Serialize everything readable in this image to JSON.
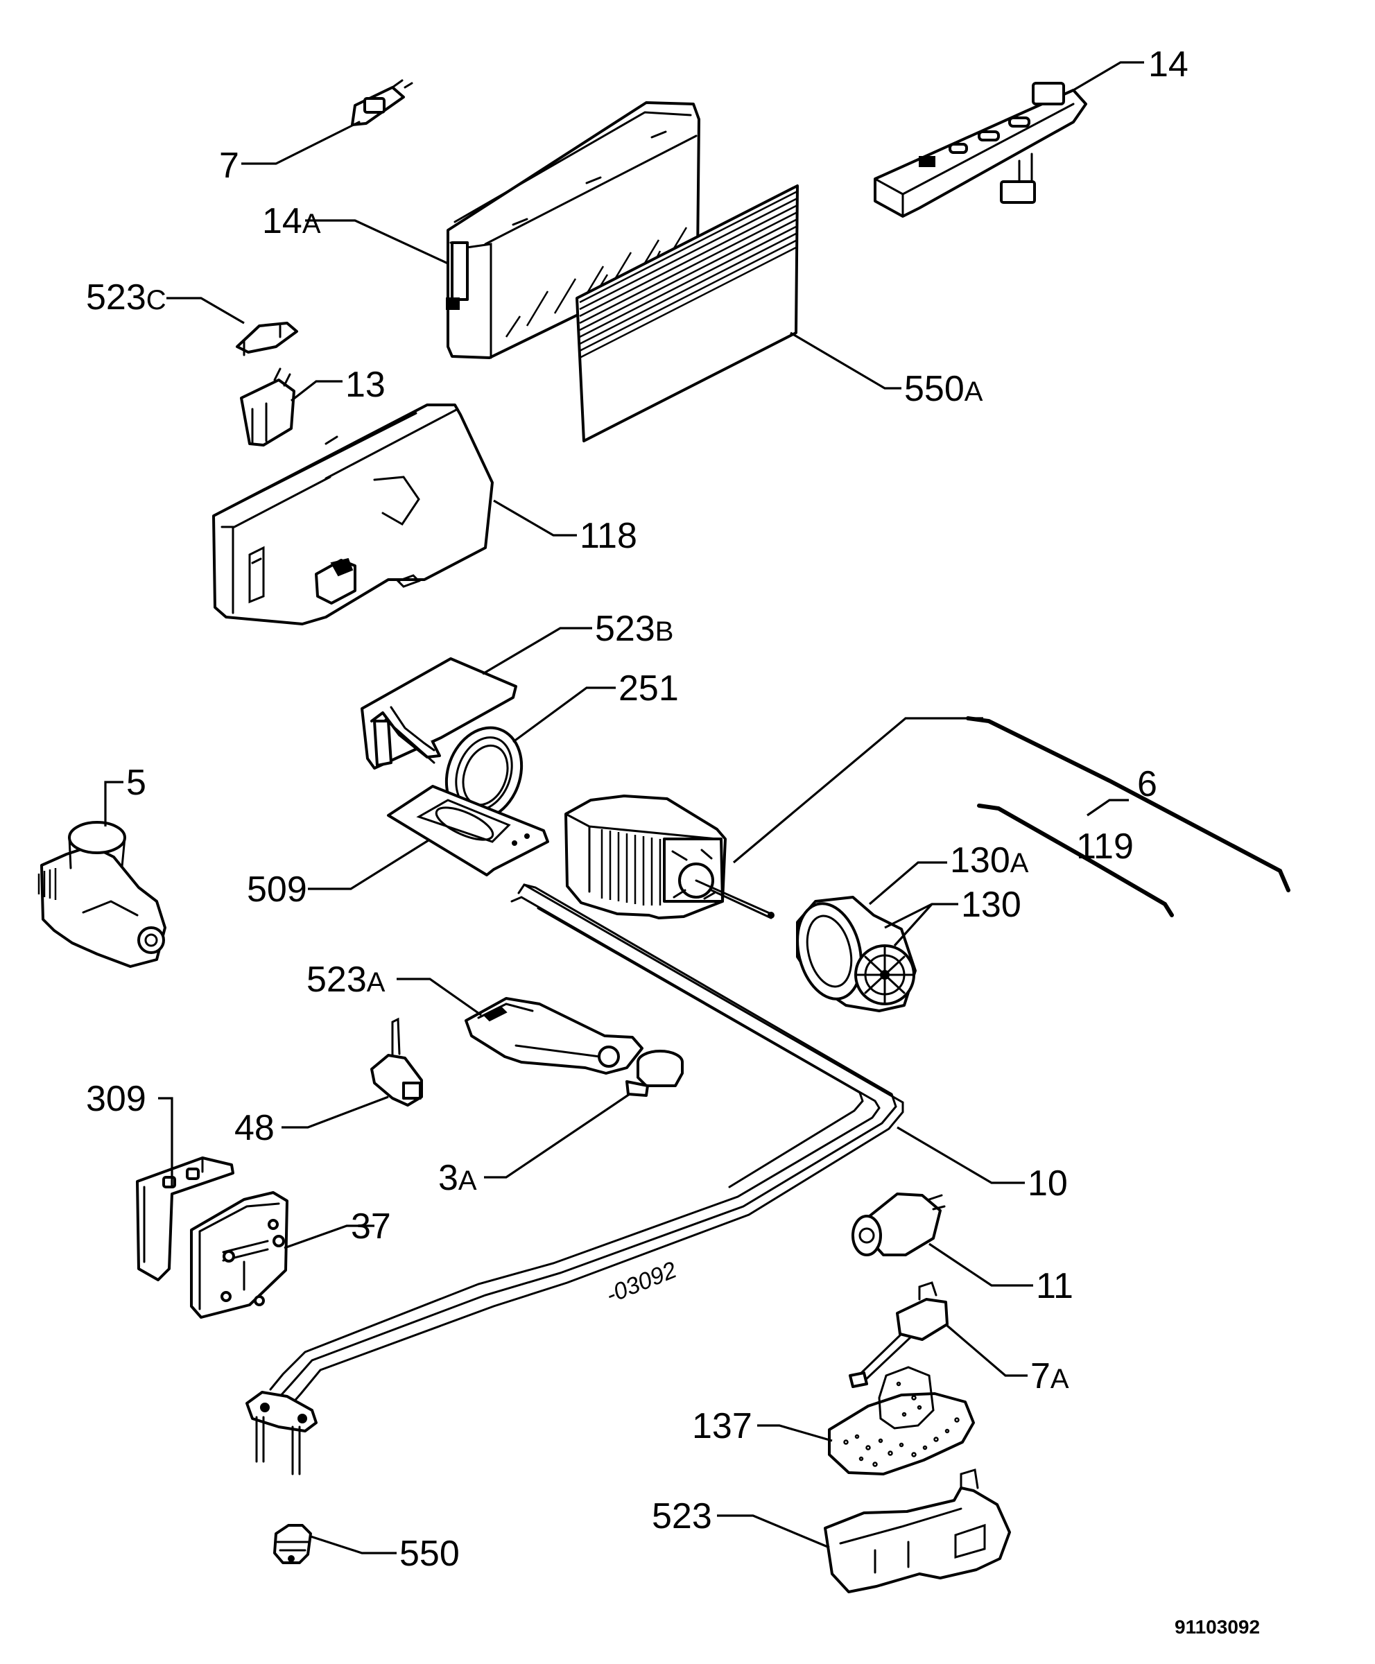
{
  "callouts": {
    "c14": {
      "num": "14",
      "suffix": ""
    },
    "c7": {
      "num": "7",
      "suffix": ""
    },
    "c14a": {
      "num": "14",
      "suffix": "A"
    },
    "c523c": {
      "num": "523",
      "suffix": "C"
    },
    "c13": {
      "num": "13",
      "suffix": ""
    },
    "c550a": {
      "num": "550",
      "suffix": "A"
    },
    "c118": {
      "num": "118",
      "suffix": ""
    },
    "c523b": {
      "num": "523",
      "suffix": "B"
    },
    "c251": {
      "num": "251",
      "suffix": ""
    },
    "c5": {
      "num": "5",
      "suffix": ""
    },
    "c6": {
      "num": "6",
      "suffix": ""
    },
    "c119": {
      "num": "119",
      "suffix": ""
    },
    "c130a": {
      "num": "130",
      "suffix": "A"
    },
    "c130": {
      "num": "130",
      "suffix": ""
    },
    "c509": {
      "num": "509",
      "suffix": ""
    },
    "c523a": {
      "num": "523",
      "suffix": "A"
    },
    "c309": {
      "num": "309",
      "suffix": ""
    },
    "c48": {
      "num": "48",
      "suffix": ""
    },
    "c3a": {
      "num": "3",
      "suffix": "A"
    },
    "c10": {
      "num": "10",
      "suffix": ""
    },
    "c37": {
      "num": "37",
      "suffix": ""
    },
    "c11": {
      "num": "11",
      "suffix": ""
    },
    "c7a": {
      "num": "7",
      "suffix": "A"
    },
    "c137": {
      "num": "137",
      "suffix": ""
    },
    "c523": {
      "num": "523",
      "suffix": ""
    },
    "c550": {
      "num": "550",
      "suffix": ""
    }
  },
  "handwritten_note": "-03092",
  "document_number": "91103092"
}
